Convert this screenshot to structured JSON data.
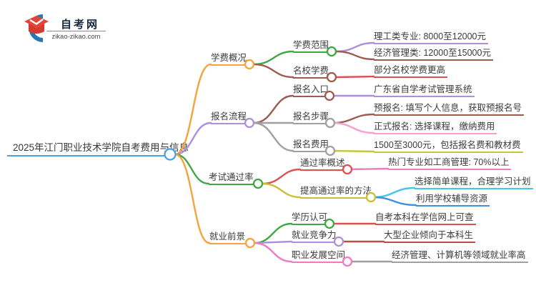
{
  "logo": {
    "title": "自考网",
    "domain": "zikao-zikao.com"
  },
  "root": {
    "label": "2025年江门职业技术学院自考费用与信息"
  },
  "branches": [
    {
      "label": "学费概况",
      "children": [
        {
          "label": "学费范围",
          "leaves": [
            "理工类专业: 8000至12000元",
            "经济管理类: 12000至15000元"
          ]
        },
        {
          "label": "名校学费",
          "leaves": [
            "部分名校学费更高"
          ]
        }
      ]
    },
    {
      "label": "报名流程",
      "children": [
        {
          "label": "报名入口",
          "leaves": [
            "广东省自学考试管理系统"
          ]
        },
        {
          "label": "报名步骤",
          "leaves": [
            "预报名: 填写个人信息，获取预报名号",
            "正式报名: 选择课程，缴纳费用"
          ]
        },
        {
          "label": "报名费用",
          "leaves": [
            "1500至3000元，包括报名费和教材费"
          ]
        }
      ]
    },
    {
      "label": "考试通过率",
      "children": [
        {
          "label": "通过率概述",
          "leaves": [
            "热门专业如工商管理: 70%以上"
          ]
        },
        {
          "label": "提高通过率的方法",
          "leaves": [
            "选择简单课程，合理学习计划",
            "利用学校辅导资源"
          ]
        }
      ]
    },
    {
      "label": "就业前景",
      "children": [
        {
          "label": "学历认可",
          "leaves": [
            "自考本科在学信网上可查"
          ]
        },
        {
          "label": "就业竞争力",
          "leaves": [
            "大型企业倾向于本科生"
          ]
        },
        {
          "label": "职业发展空间",
          "leaves": [
            "经济管理、计算机等领域就业率高"
          ]
        }
      ]
    }
  ],
  "colors": {
    "blue": "#4BA0E3",
    "orange": "#F8A23C",
    "purple": "#AE8FD9",
    "green": "#3FA843",
    "brown": "#9E5B51",
    "red": "#E04F4F",
    "gray": "#9FA0A0",
    "pink": "#EF7BC3",
    "lightpink": "#F5A0CE",
    "olive": "#C4C93C",
    "yellow": "#CCBE37",
    "cyan": "#45C6E6",
    "skyblue": "#4190DC",
    "rust": "#BA4F46",
    "logoBlue": "#2878B8",
    "logoRed": "#E2453A"
  }
}
